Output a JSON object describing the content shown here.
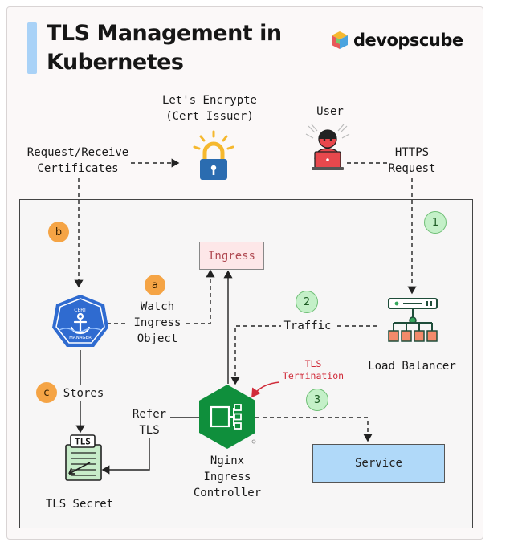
{
  "header": {
    "title_line1": "TLS Management in",
    "title_line2": "Kubernetes",
    "brand": "devopscube"
  },
  "nodes": {
    "letsencrypt": {
      "line1": "Let's Encrypte",
      "line2": "(Cert Issuer)"
    },
    "user": "User",
    "request_receive": {
      "line1": "Request/Receive",
      "line2": "Certificates"
    },
    "https_request": {
      "line1": "HTTPS",
      "line2": "Request"
    },
    "ingress": "Ingress",
    "watch": {
      "line1": "Watch",
      "line2": "Ingress",
      "line3": "Object"
    },
    "traffic": "Traffic",
    "load_balancer": "Load Balancer",
    "tls_termination": {
      "line1": "TLS",
      "line2": "Termination"
    },
    "stores": "Stores",
    "refer": {
      "line1": "Refer",
      "line2": "TLS"
    },
    "nginx": {
      "line1": "Nginx",
      "line2": "Ingress",
      "line3": "Controller"
    },
    "service": "Service",
    "tls_secret": "TLS Secret",
    "secret_tag": "TLS",
    "cert_manager_top": "CERT",
    "cert_manager_bottom": "MANAGER"
  },
  "badges": {
    "a": "a",
    "b": "b",
    "c": "c",
    "one": "1",
    "two": "2",
    "three": "3"
  },
  "colors": {
    "accent_bar": "#a9d2f7",
    "orange_badge": "#f5a445",
    "green_badge": "#c4f0c8",
    "nginx_green": "#0f8f3c",
    "cert_manager_blue": "#2f6bd0",
    "service_blue": "#b0d9f9",
    "ingress_pink": "#fde7e8",
    "tls_red": "#d02c3a",
    "lock_yellow": "#f5b82e",
    "lock_blue": "#2b6cb0"
  },
  "icons": [
    "cube-logo-icon",
    "lock-icon",
    "user-laptop-icon",
    "cert-manager-icon",
    "load-balancer-icon",
    "nginx-icon",
    "tls-secret-icon"
  ]
}
